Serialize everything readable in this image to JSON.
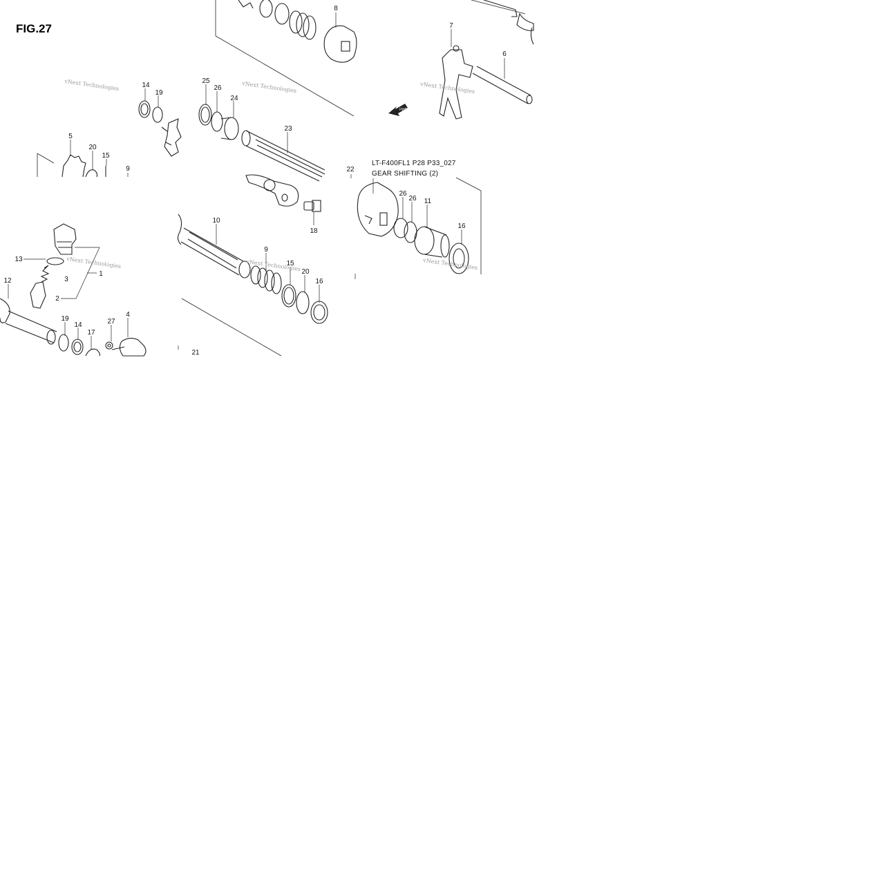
{
  "figure": {
    "title": "FIG.27",
    "caption_line1": "LT-F400FL1 P28 P33_027",
    "caption_line2": "GEAR SHIFTING (2)",
    "watermark": "vNext Technologies",
    "fwd_label": "FWD"
  },
  "callouts": [
    {
      "id": "c8",
      "text": "8"
    },
    {
      "id": "c7",
      "text": "7"
    },
    {
      "id": "c6",
      "text": "6"
    },
    {
      "id": "c14a",
      "text": "14"
    },
    {
      "id": "c19a",
      "text": "19"
    },
    {
      "id": "c25",
      "text": "25"
    },
    {
      "id": "c26a",
      "text": "26"
    },
    {
      "id": "c24",
      "text": "24"
    },
    {
      "id": "c23",
      "text": "23"
    },
    {
      "id": "c5",
      "text": "5"
    },
    {
      "id": "c20a",
      "text": "20"
    },
    {
      "id": "c15",
      "text": "15"
    },
    {
      "id": "c9a",
      "text": "9"
    },
    {
      "id": "c22",
      "text": "22"
    },
    {
      "id": "c26b",
      "text": "26"
    },
    {
      "id": "c26c",
      "text": "26"
    },
    {
      "id": "c11",
      "text": "11"
    },
    {
      "id": "c16a",
      "text": "16"
    },
    {
      "id": "c18",
      "text": "18"
    },
    {
      "id": "c10",
      "text": "10"
    },
    {
      "id": "c9b",
      "text": "9"
    },
    {
      "id": "c15b",
      "text": "15"
    },
    {
      "id": "c20b",
      "text": "20"
    },
    {
      "id": "c16b",
      "text": "16"
    },
    {
      "id": "c13",
      "text": "13"
    },
    {
      "id": "c3",
      "text": "3"
    },
    {
      "id": "c1",
      "text": "1"
    },
    {
      "id": "c12",
      "text": "12"
    },
    {
      "id": "c2",
      "text": "2"
    },
    {
      "id": "c19b",
      "text": "19"
    },
    {
      "id": "c14b",
      "text": "14"
    },
    {
      "id": "c17",
      "text": "17"
    },
    {
      "id": "c27",
      "text": "27"
    },
    {
      "id": "c4",
      "text": "4"
    },
    {
      "id": "c21",
      "text": "21"
    }
  ]
}
